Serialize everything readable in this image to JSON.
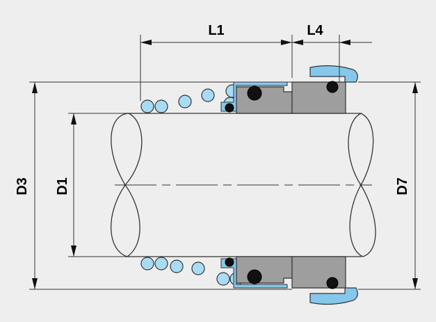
{
  "diagram": {
    "labels": {
      "l1": "L1",
      "l4": "L4",
      "d3": "D3",
      "d1": "D1",
      "d7": "D7"
    },
    "colors": {
      "background": "#eeeeee",
      "spring": "#a8dcf5",
      "seal_face": "#9e9e9e",
      "o_ring": "#111111",
      "gland": "#86c8ec",
      "outline": "#222222"
    }
  }
}
